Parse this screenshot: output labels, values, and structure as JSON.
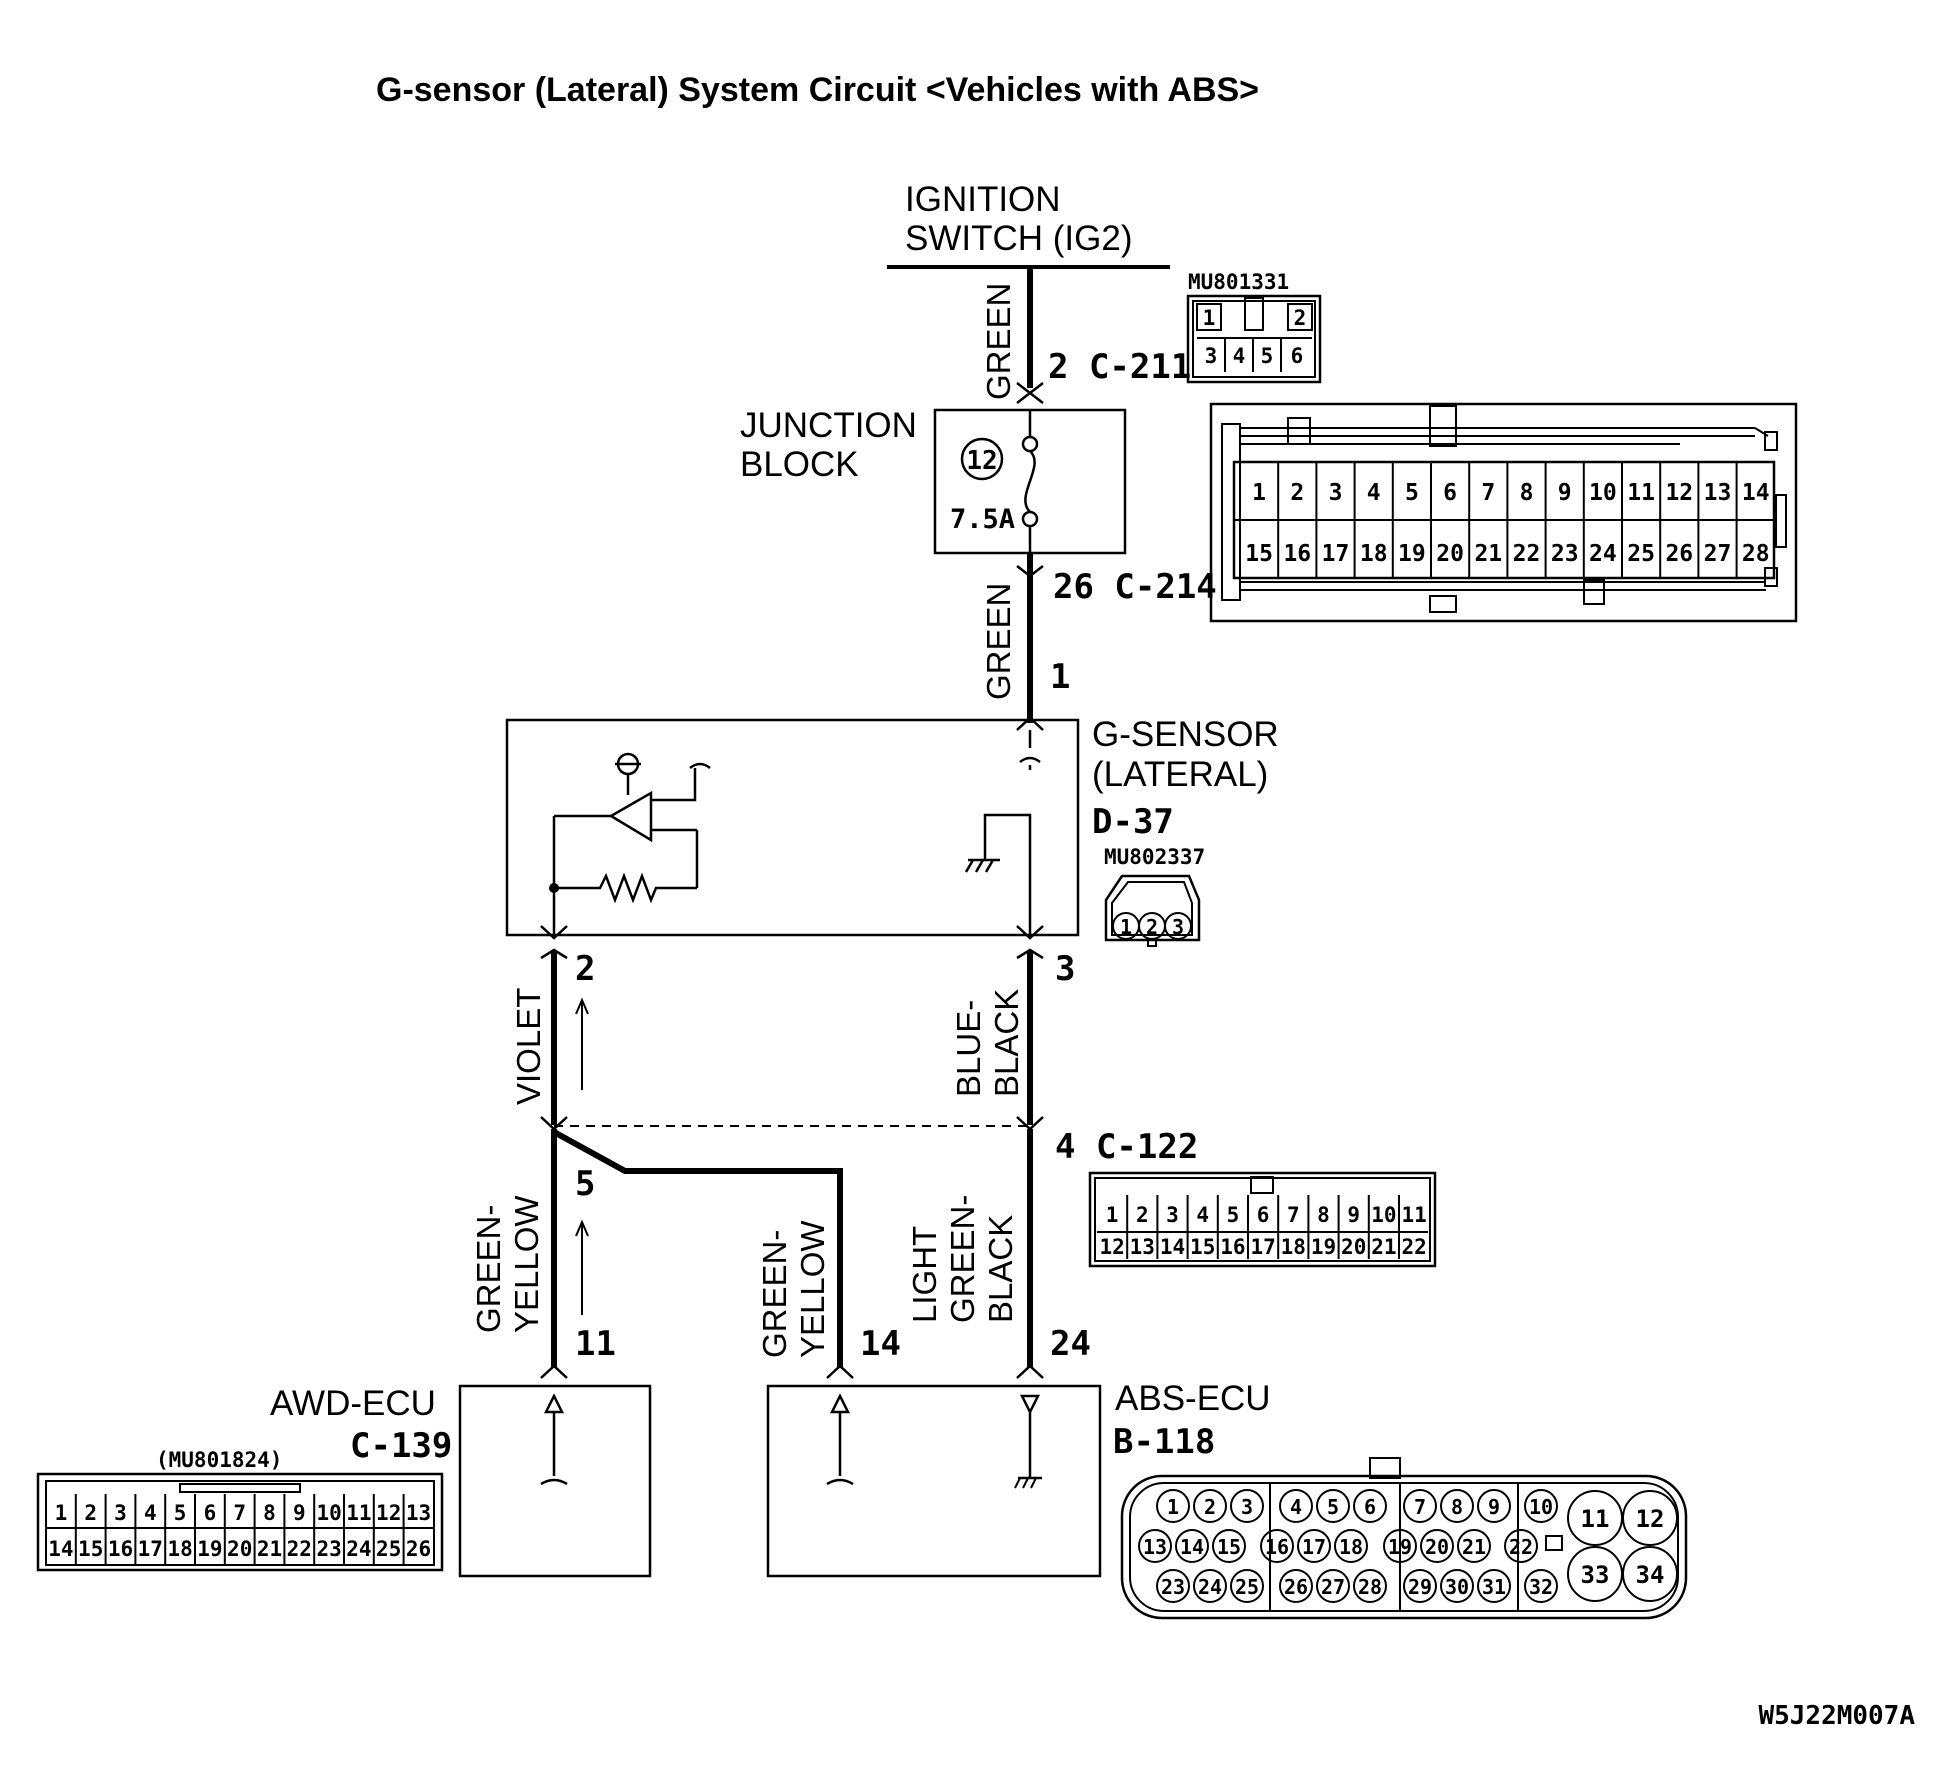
{
  "title": "G-sensor (Lateral) System Circuit <Vehicles with ABS>",
  "figure_code": "W5J22M007A",
  "ignition": {
    "line1": "IGNITION",
    "line2": "SWITCH (IG2)"
  },
  "junction_block": {
    "line1": "JUNCTION",
    "line2": "BLOCK",
    "fuse_number": "12",
    "fuse_rating": "7.5A"
  },
  "g_sensor": {
    "line1": "G-SENSOR",
    "line2": "(LATERAL)",
    "ref": "D-37",
    "part_no": "MU802337",
    "pins": [
      "1",
      "2",
      "3"
    ]
  },
  "awd_ecu": {
    "name": "AWD-ECU",
    "ref": "C-139",
    "part_no": "(MU801824)",
    "row1": [
      "1",
      "2",
      "3",
      "4",
      "5",
      "6",
      "7",
      "8",
      "9",
      "10",
      "11",
      "12",
      "13"
    ],
    "row2": [
      "14",
      "15",
      "16",
      "17",
      "18",
      "19",
      "20",
      "21",
      "22",
      "23",
      "24",
      "25",
      "26"
    ]
  },
  "abs_ecu": {
    "name": "ABS-ECU",
    "ref": "B-118",
    "pins_a": [
      "1",
      "2",
      "3",
      "4",
      "5",
      "6",
      "7",
      "8",
      "9",
      "10"
    ],
    "pins_b": [
      "13",
      "14",
      "15",
      "16",
      "17",
      "18",
      "19",
      "20",
      "21",
      "22"
    ],
    "pins_c": [
      "23",
      "24",
      "25",
      "26",
      "27",
      "28",
      "29",
      "30",
      "31",
      "32"
    ],
    "pins_big": [
      "11",
      "12",
      "33",
      "34"
    ]
  },
  "connector_c211": {
    "part_no": "MU801331",
    "row1": [
      "1",
      "2"
    ],
    "row2": [
      "3",
      "4",
      "5",
      "6"
    ]
  },
  "connector_c214": {
    "row1": [
      "1",
      "2",
      "3",
      "4",
      "5",
      "6",
      "7",
      "8",
      "9",
      "10",
      "11",
      "12",
      "13",
      "14"
    ],
    "row2": [
      "15",
      "16",
      "17",
      "18",
      "19",
      "20",
      "21",
      "22",
      "23",
      "24",
      "25",
      "26",
      "27",
      "28"
    ]
  },
  "connector_c122": {
    "row1": [
      "1",
      "2",
      "3",
      "4",
      "5",
      "6",
      "7",
      "8",
      "9",
      "10",
      "11"
    ],
    "row2": [
      "12",
      "13",
      "14",
      "15",
      "16",
      "17",
      "18",
      "19",
      "20",
      "21",
      "22"
    ]
  },
  "wires": {
    "green_top": "GREEN",
    "green_mid": "GREEN",
    "violet": "VIOLET",
    "blue_black_1": "BLUE-",
    "blue_black_2": "BLACK",
    "gy_left_1": "GREEN-",
    "gy_left_2": "YELLOW",
    "gy_right_1": "GREEN-",
    "gy_right_2": "YELLOW",
    "lgb_1": "LIGHT",
    "lgb_2": "GREEN-",
    "lgb_3": "BLACK"
  },
  "pin_labels": {
    "c211": "2  C-211",
    "c214": "26  C-214",
    "sensor_1": "1",
    "sensor_2": "2",
    "sensor_3": "3",
    "c122_4": "4  C-122",
    "c122_5": "5",
    "awd_11": "11",
    "abs_14": "14",
    "abs_24": "24"
  }
}
